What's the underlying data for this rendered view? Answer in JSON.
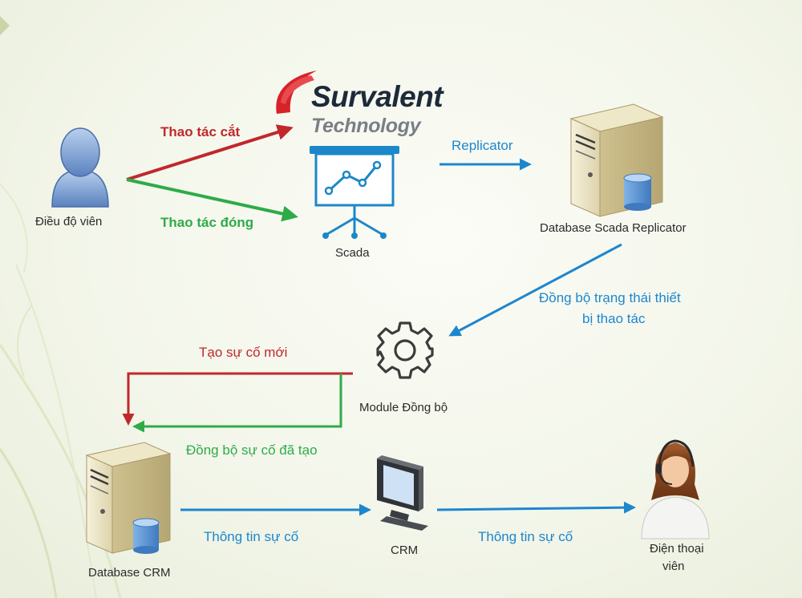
{
  "logo": {
    "name": "Survalent",
    "sub": "Technology"
  },
  "nodes": {
    "dispatcher": "Điều độ viên",
    "scada": "Scada",
    "db_replicator": "Database Scada Replicator",
    "sync_module": "Module Đồng bộ",
    "db_crm": "Database CRM",
    "crm": "CRM",
    "operator_line1": "Điện thoại",
    "operator_line2": "viên"
  },
  "edges": {
    "cut_op": "Thao tác cắt",
    "close_op": "Thao tác đóng",
    "replicator": "Replicator",
    "sync_state_line1": "Đồng bộ trạng thái thiết",
    "sync_state_line2": "bị thao tác",
    "new_incident": "Tạo sự cố mới",
    "sync_incident": "Đồng bộ sự cố đã tạo",
    "incident_info_1": "Thông tin sự cố",
    "incident_info_2": "Thông tin sự cố"
  },
  "colors": {
    "red": "#c0282d",
    "green": "#2eab49",
    "blue": "#1d86cf"
  }
}
